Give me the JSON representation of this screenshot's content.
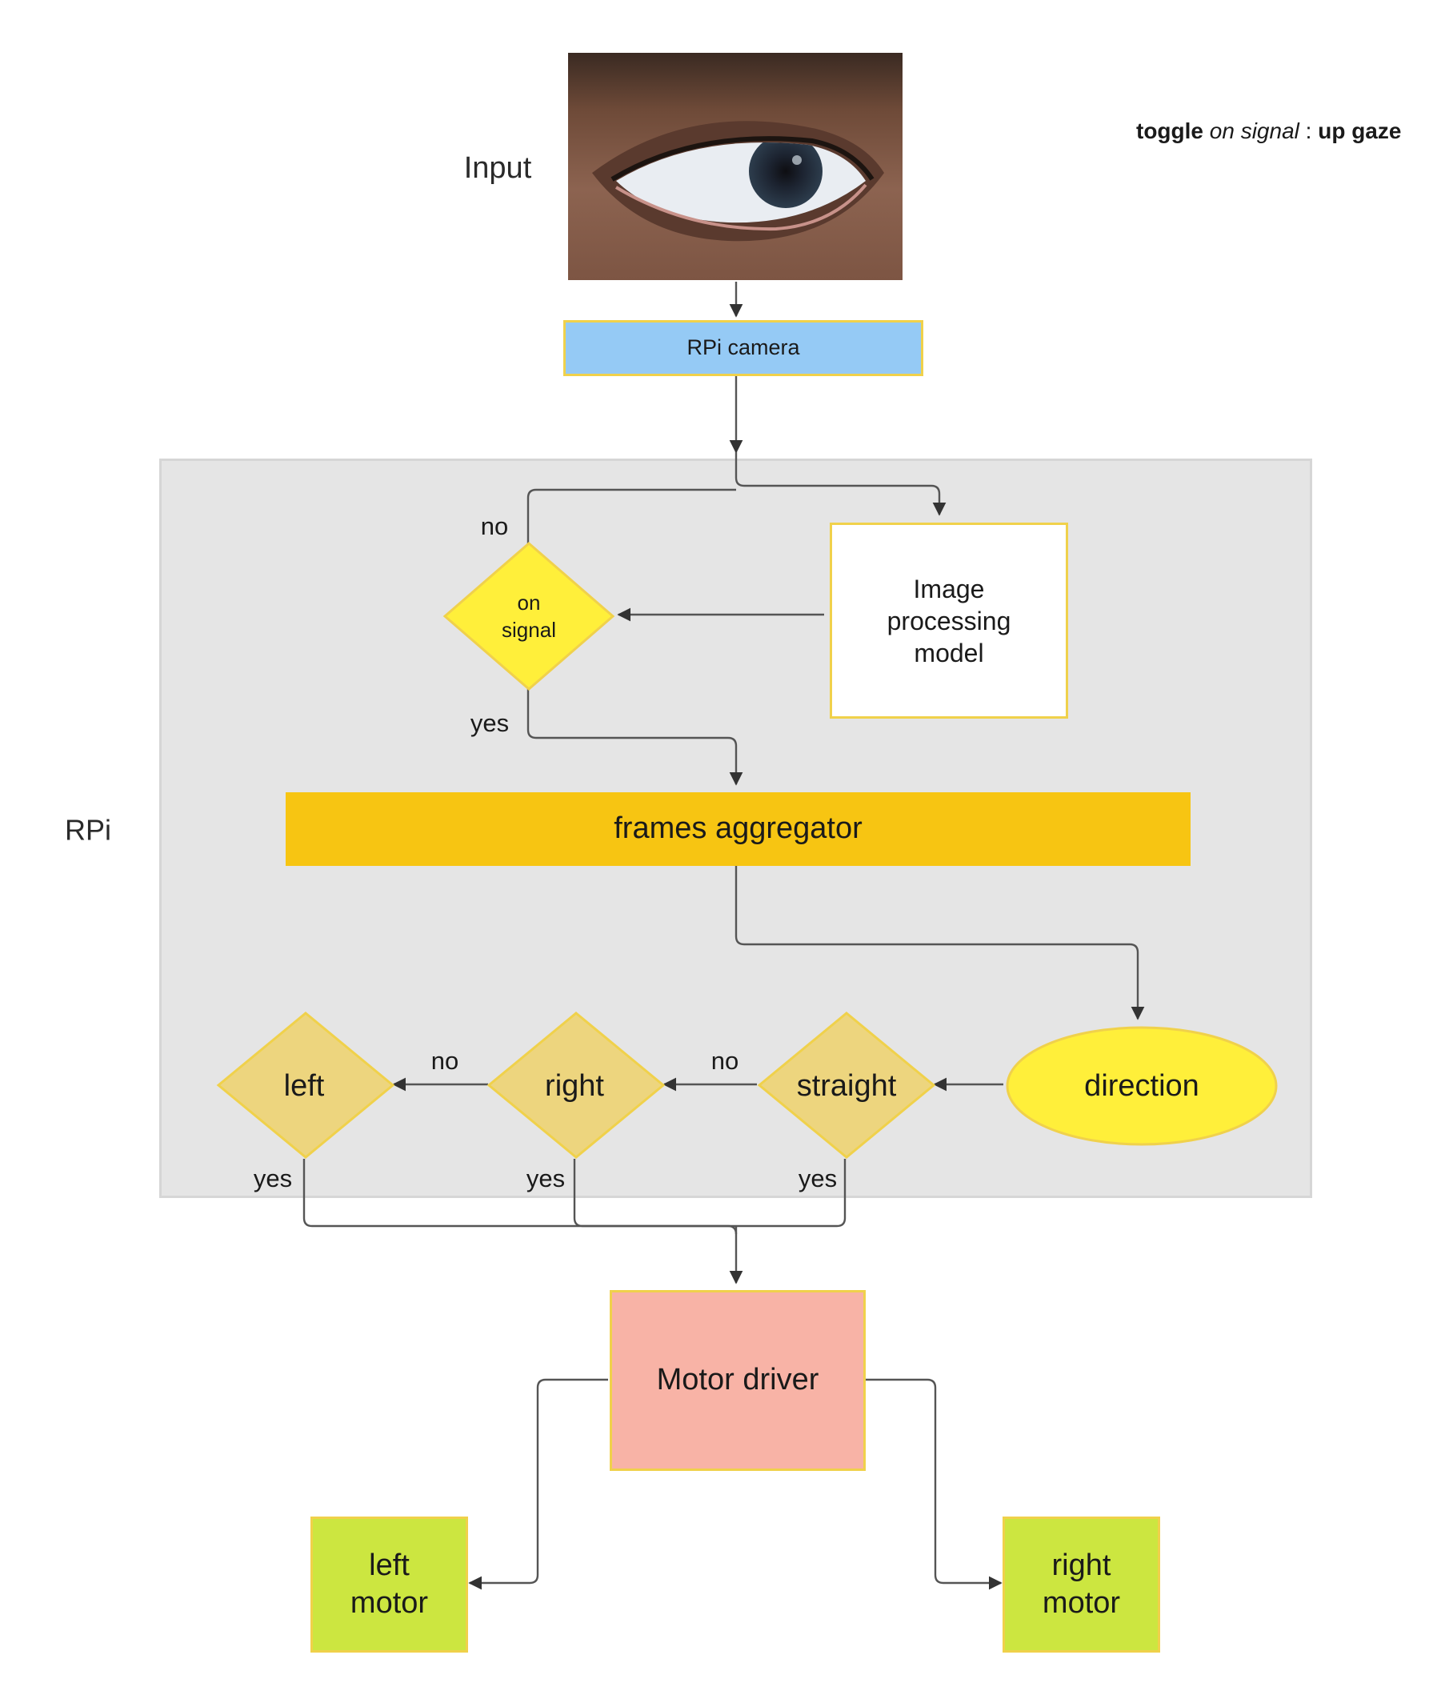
{
  "input_label": "Input",
  "rpi_label": "RPi",
  "note": {
    "toggle": "toggle",
    "on_signal": "on signal",
    "separator": " : ",
    "gesture": "up gaze"
  },
  "nodes": {
    "rpi_camera": "RPi camera",
    "image_processing": [
      "Image",
      "processing",
      "model"
    ],
    "on_signal": [
      "on",
      "signal"
    ],
    "frames_aggregator": "frames aggregator",
    "direction": "direction",
    "straight": "straight",
    "right": "right",
    "left": "left",
    "motor_driver": "Motor driver",
    "left_motor": [
      "left",
      "motor"
    ],
    "right_motor": [
      "right",
      "motor"
    ]
  },
  "edge_labels": {
    "no": "no",
    "yes": "yes"
  },
  "colors": {
    "camera_fill": "#95caf5",
    "box_border": "#f5d94a",
    "rpi_bg": "#e5e5e5",
    "aggregator": "#f7c512",
    "decision": "#edd57e",
    "direction": "#ffef3a",
    "motor_driver": "#f8b3a6",
    "motor": "#cce640"
  }
}
